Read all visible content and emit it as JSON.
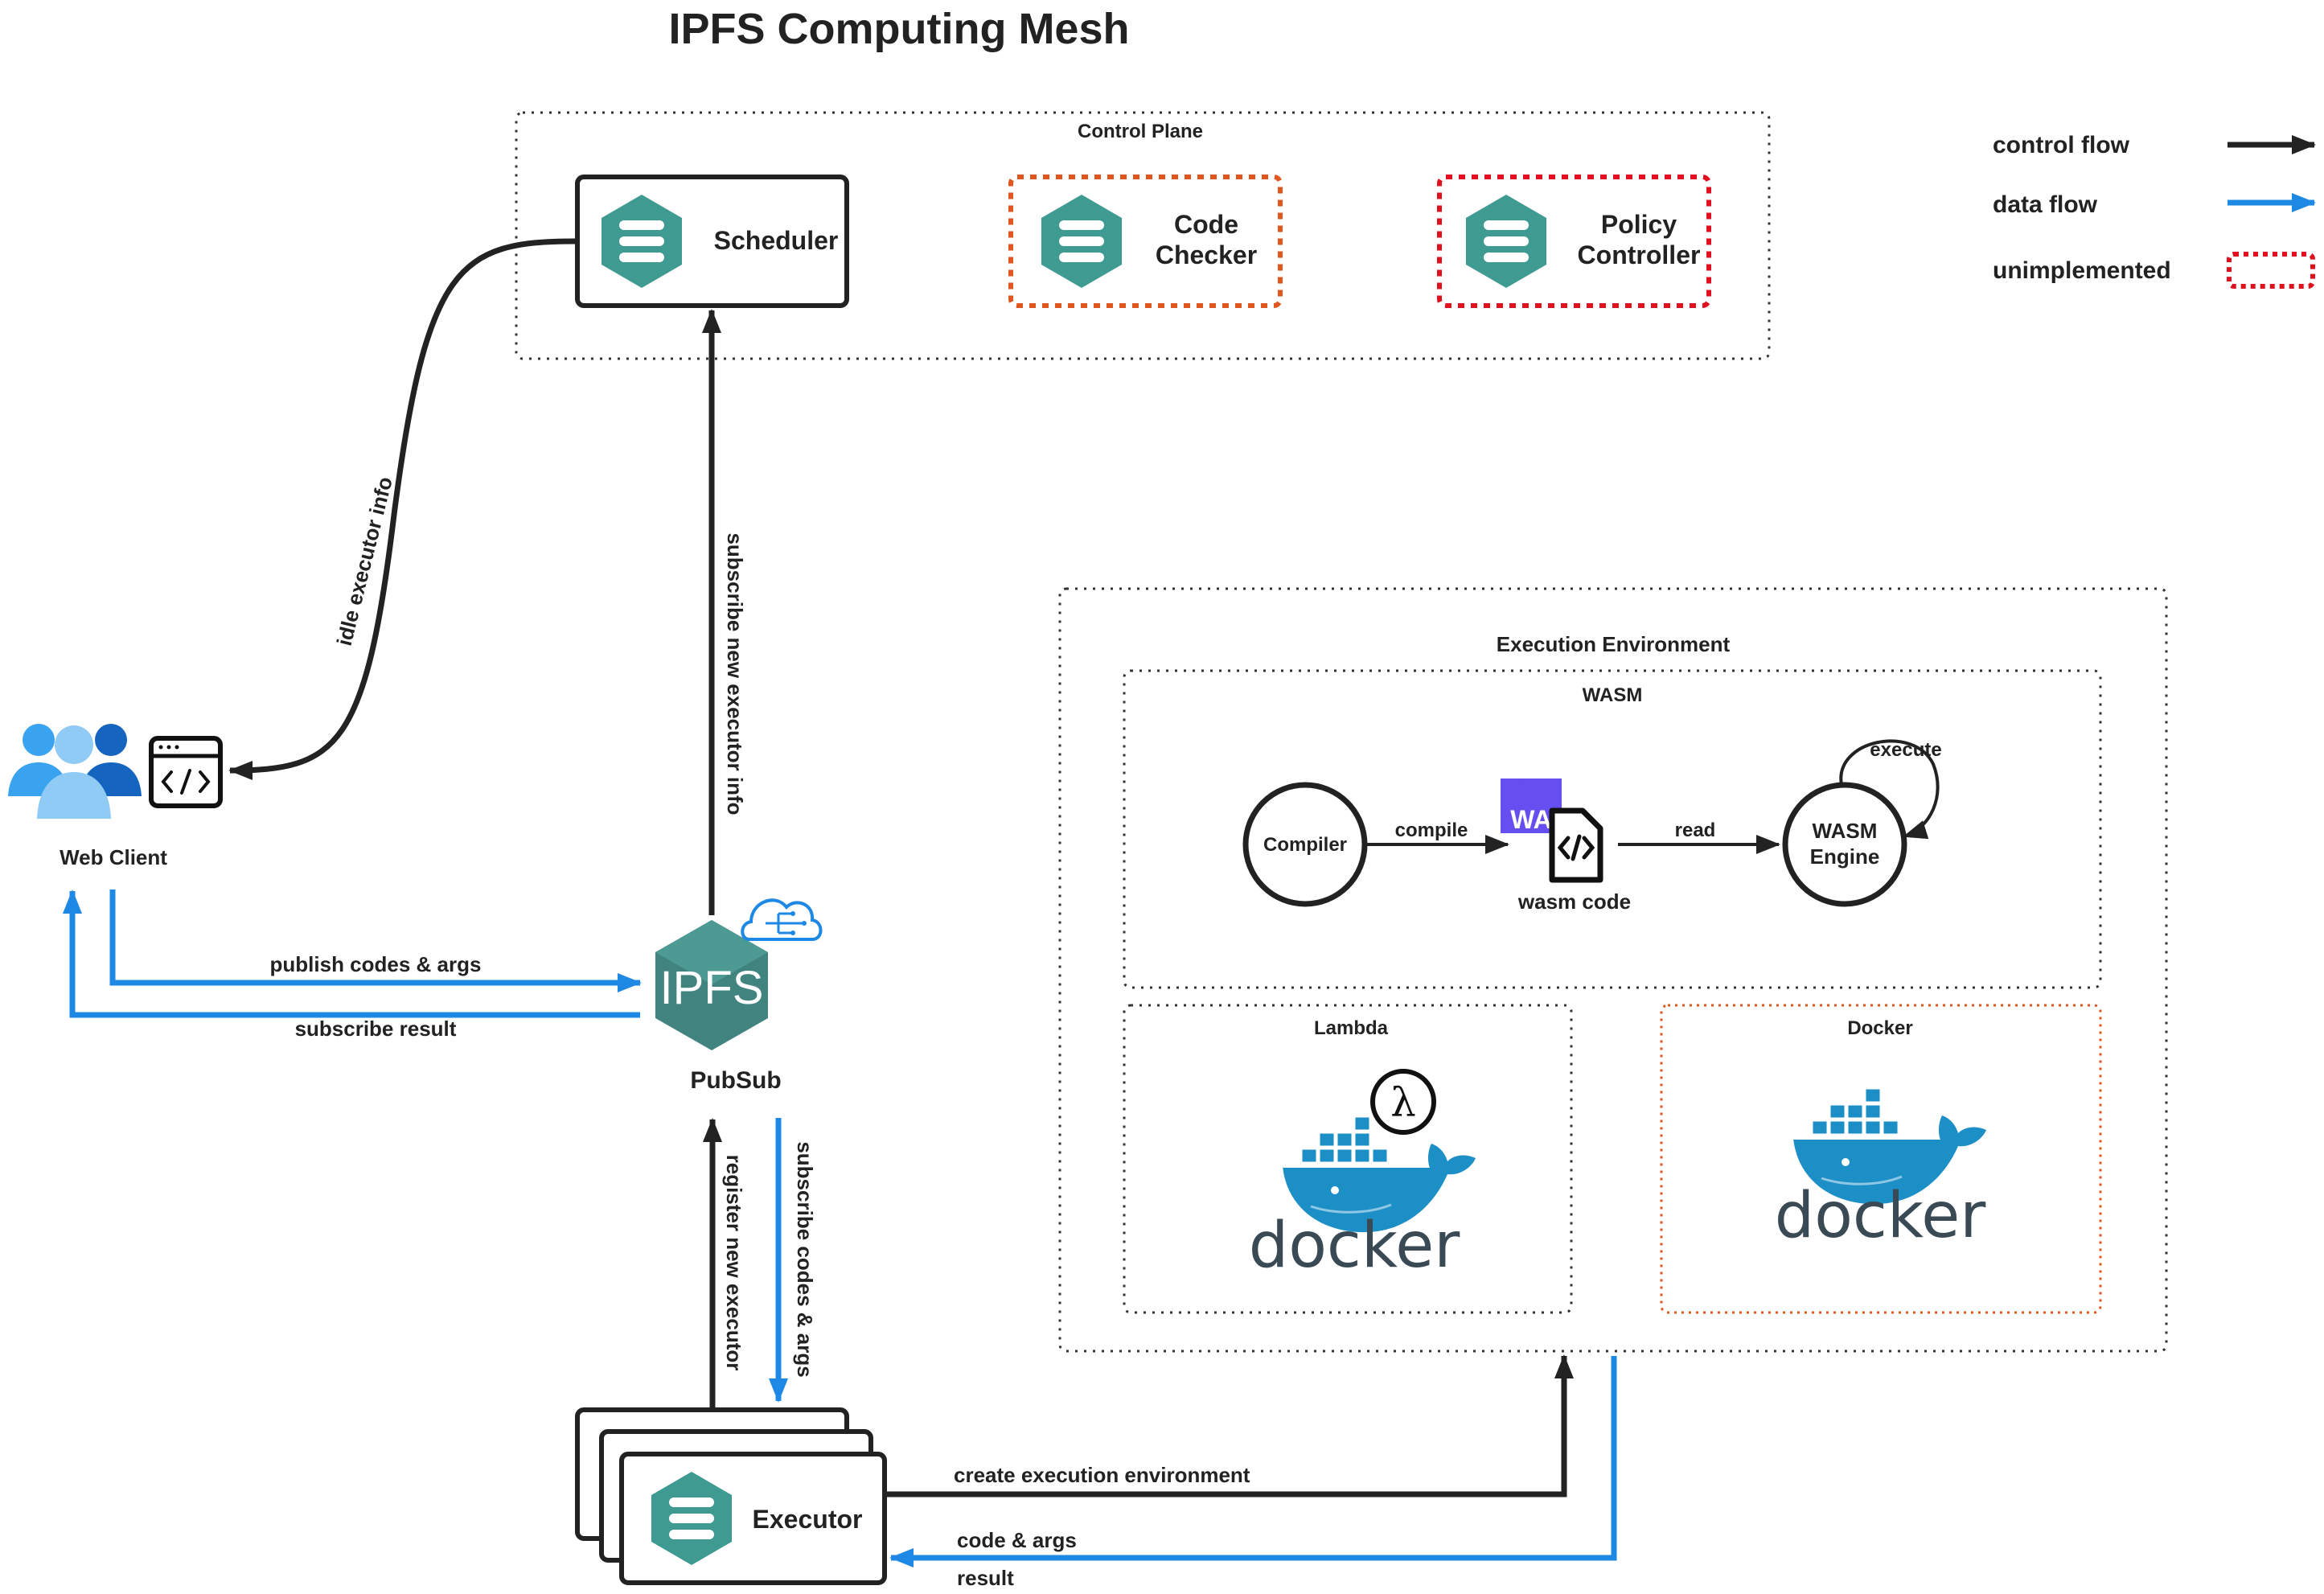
{
  "title": "IPFS Computing Mesh",
  "legend": {
    "control_flow": "control flow",
    "data_flow": "data flow",
    "unimplemented": "unimplemented"
  },
  "colors": {
    "control": "#222222",
    "data": "#1e88e5",
    "orange": "#e0561f",
    "red": "#e0101e",
    "teal": "#3f9a92",
    "docker": "#1d8fc7",
    "wa_purple": "#654ff0"
  },
  "control_plane": {
    "label": "Control Plane",
    "scheduler": "Scheduler",
    "code_checker": [
      "Code",
      "Checker"
    ],
    "policy_controller": [
      "Policy",
      "Controller"
    ]
  },
  "web_client": {
    "label": "Web Client"
  },
  "pubsub": {
    "logo_text": "IPFS",
    "label": "PubSub"
  },
  "executor": {
    "label": "Executor"
  },
  "edges": {
    "idle_executor_info": "idle executor info",
    "subscribe_new_executor_info": "subscribe new executor info",
    "publish_codes_args": "publish codes & args",
    "subscribe_result": "subscribe result",
    "register_new_executor": "register new executor",
    "subscribe_codes_args": "subscribe codes & args",
    "create_execution_environment": "create execution environment",
    "code_args": "code & args",
    "result": "result"
  },
  "execution_environment": {
    "label": "Execution Environment",
    "wasm": {
      "label": "WASM",
      "compiler": "Compiler",
      "compile": "compile",
      "wa_badge": "WA",
      "wasm_code": "wasm code",
      "read": "read",
      "engine": [
        "WASM",
        "Engine"
      ],
      "execute": "execute"
    },
    "lambda": {
      "label": "Lambda",
      "logo_text": "docker",
      "lambda_symbol": "λ"
    },
    "docker": {
      "label": "Docker",
      "logo_text": "docker"
    }
  },
  "icons": [
    "hex-server-icon",
    "users-icon",
    "code-window-icon",
    "ipfs-hex-icon",
    "cloud-network-icon",
    "wasm-file-icon",
    "docker-whale-icon",
    "lambda-icon"
  ]
}
